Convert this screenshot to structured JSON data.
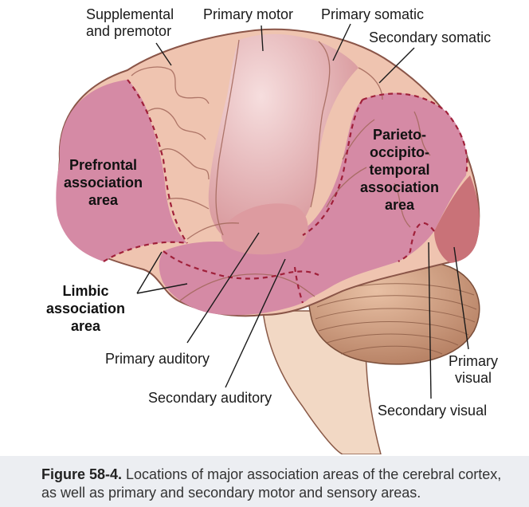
{
  "labels": {
    "supplemental_line1": "Supplemental",
    "supplemental_line2": "and premotor",
    "primary_motor": "Primary motor",
    "primary_somatic": "Primary somatic",
    "secondary_somatic": "Secondary somatic",
    "prefrontal_line1": "Prefrontal",
    "prefrontal_line2": "association",
    "prefrontal_line3": "area",
    "parieto_line1": "Parieto-",
    "parieto_line2": "occipito-",
    "parieto_line3": "temporal",
    "parieto_line4": "association",
    "parieto_line5": "area",
    "limbic_line1": "Limbic",
    "limbic_line2": "association",
    "limbic_line3": "area",
    "primary_auditory": "Primary auditory",
    "secondary_auditory": "Secondary auditory",
    "primary_visual_line1": "Primary",
    "primary_visual_line2": "visual",
    "secondary_visual": "Secondary visual"
  },
  "caption": {
    "figure_number": "Figure 58-4.",
    "text": " Locations of major association areas of the cerebral cortex, as well as primary and secondary motor and sensory areas."
  },
  "colors": {
    "association_pink": "#d58aa5",
    "motor_somatic": "#e0a0a0",
    "premotor_tan": "#efc4b0",
    "cerebellum": "#c8967a",
    "brainstem": "#f2d8c4",
    "boundary": "#a0203a"
  }
}
